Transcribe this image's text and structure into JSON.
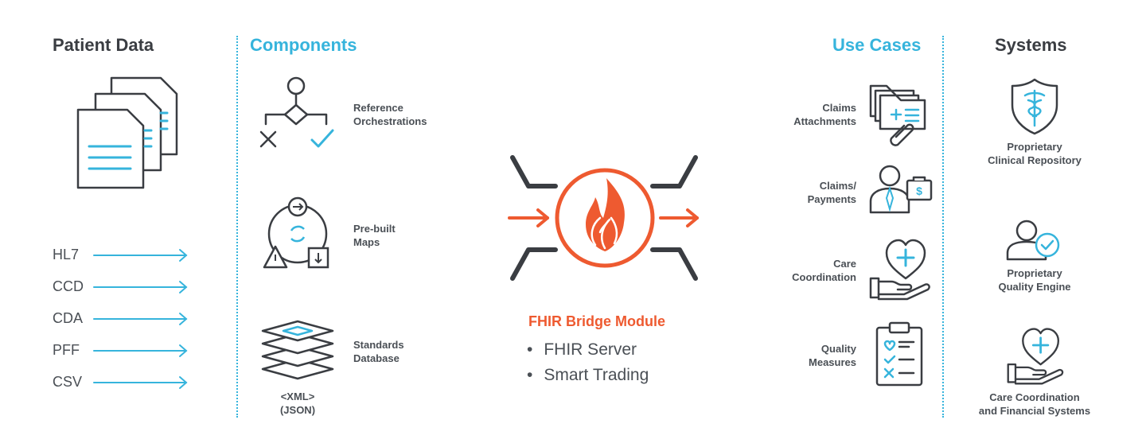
{
  "headers": {
    "patient_data": "Patient Data",
    "components": "Components",
    "use_cases": "Use Cases",
    "systems": "Systems"
  },
  "formats": [
    "HL7",
    "CCD",
    "CDA",
    "PFF",
    "CSV"
  ],
  "components": [
    {
      "line1": "Reference",
      "line2": "Orchestrations",
      "icon": "orchestration-icon"
    },
    {
      "line1": "Pre-built",
      "line2": "Maps",
      "icon": "maps-cycle-icon"
    },
    {
      "line1": "Standards",
      "line2": "Database",
      "icon": "database-stack-icon"
    }
  ],
  "database_formats": {
    "line1": "<XML>",
    "line2": "(JSON)"
  },
  "module": {
    "title": "FHIR Bridge Module",
    "bullets": [
      "FHIR Server",
      "Smart Trading"
    ],
    "icon": "fhir-flame-icon"
  },
  "use_cases": [
    {
      "line1": "Claims",
      "line2": "Attachments",
      "icon": "folder-paperclip-icon"
    },
    {
      "line1": "Claims/",
      "line2": "Payments",
      "icon": "person-dollar-icon"
    },
    {
      "line1": "Care",
      "line2": "Coordination",
      "icon": "heart-hand-icon"
    },
    {
      "line1": "Quality",
      "line2": "Measures",
      "icon": "clipboard-checklist-icon"
    }
  ],
  "systems": [
    {
      "line1": "Proprietary",
      "line2": "Clinical Repository",
      "icon": "shield-caduceus-icon"
    },
    {
      "line1": "Proprietary",
      "line2": "Quality Engine",
      "icon": "user-check-icon"
    },
    {
      "line1": "Care Coordination",
      "line2": "and Financial Systems",
      "icon": "heart-hand-icon"
    }
  ],
  "colors": {
    "accent_blue": "#36b4dc",
    "accent_orange": "#ee5a30",
    "dark": "#3a3d42"
  }
}
